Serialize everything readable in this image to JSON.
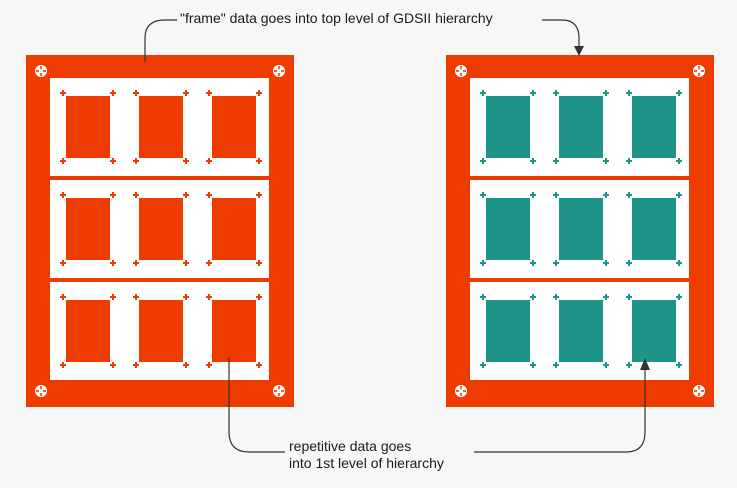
{
  "colors": {
    "frame": "#ee3c00",
    "cell": "#ffffff",
    "left_pad": "#ee3c00",
    "right_pad": "#1f9488",
    "arrow": "#333333",
    "background": "#f7f7f7"
  },
  "annotations": {
    "top": "\"frame\" data goes into top level of GDSII hierarchy",
    "bottom_line1": "repetitive data goes",
    "bottom_line2": "into 1st level of hierarchy"
  },
  "icons": [
    "alignment-mark-icon",
    "cross-marker-icon",
    "arrow-head-icon"
  ]
}
